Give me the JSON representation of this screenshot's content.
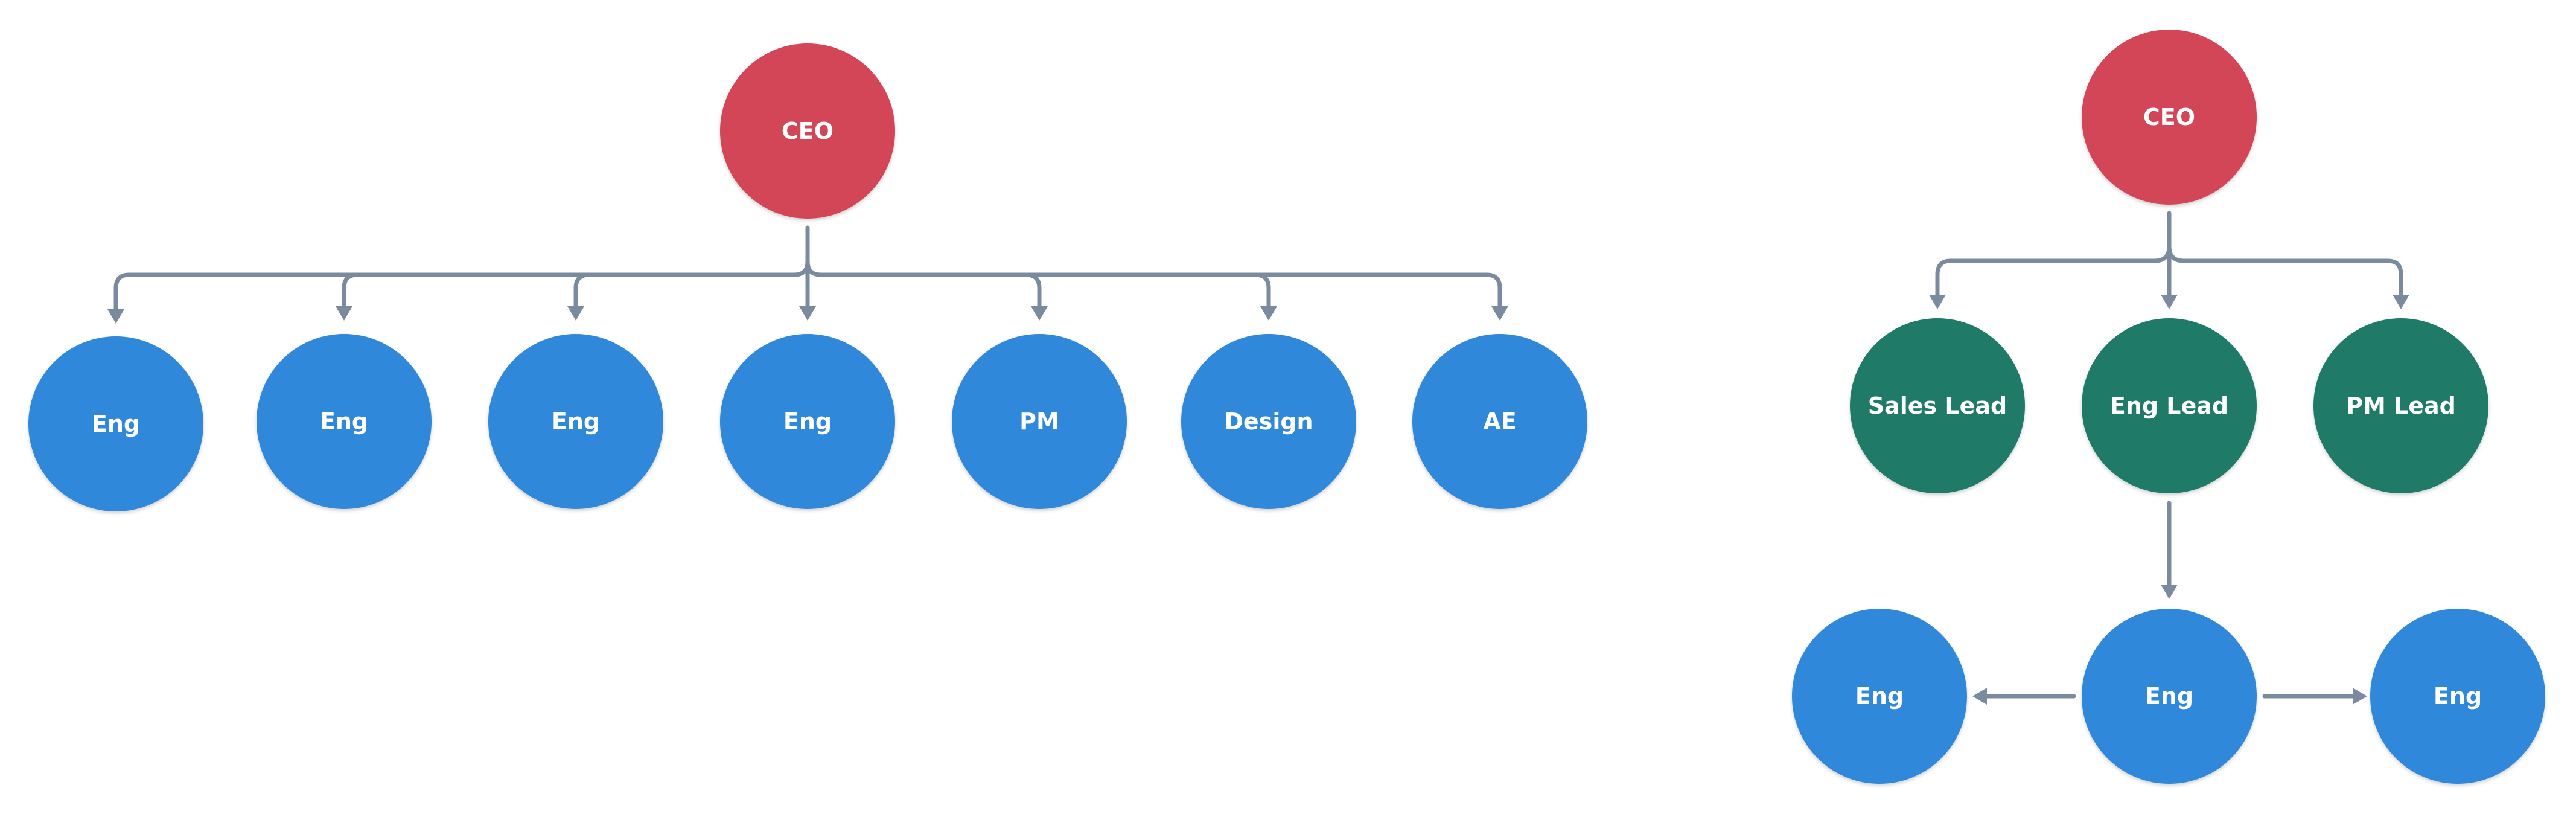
{
  "colors": {
    "ceo": "#d24658",
    "lead": "#1f7a68",
    "member": "#2f88d9",
    "connector": "#7a8ba0",
    "label": "#ffffff"
  },
  "flat_org": {
    "ceo": {
      "label": "CEO"
    },
    "reports": [
      {
        "label": "Eng"
      },
      {
        "label": "Eng"
      },
      {
        "label": "Eng"
      },
      {
        "label": "Eng"
      },
      {
        "label": "PM"
      },
      {
        "label": "Design"
      },
      {
        "label": "AE"
      }
    ]
  },
  "hierarchical_org": {
    "ceo": {
      "label": "CEO"
    },
    "leads": [
      {
        "label": "Sales Lead"
      },
      {
        "label": "Eng Lead"
      },
      {
        "label": "PM Lead"
      }
    ],
    "team": [
      {
        "label": "Eng"
      },
      {
        "label": "Eng"
      },
      {
        "label": "Eng"
      }
    ]
  }
}
